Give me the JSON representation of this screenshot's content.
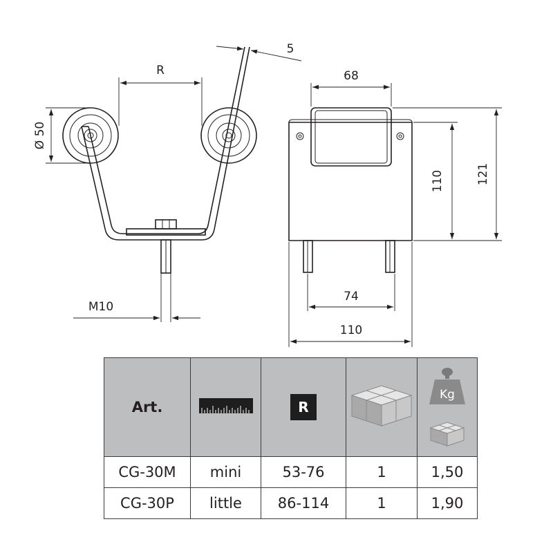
{
  "drawing": {
    "labels": {
      "radius": "R",
      "wheel_diameter": "Ø 50",
      "thread": "M10",
      "wire_thickness": "5",
      "roller_width": "68",
      "bracket_height": "110",
      "total_height": "121",
      "bolt_spacing": "74",
      "bracket_width": "110"
    }
  },
  "table": {
    "headers": {
      "article": "Art.",
      "size_icon": "ruler-icon",
      "r_badge": "R",
      "pack_icon": "boxes-icon",
      "weight_icon": "weight-icon",
      "weight_label": "Kg"
    },
    "rows": [
      {
        "art": "CG-30M",
        "size": "mini",
        "r": "53-76",
        "qty": "1",
        "kg": "1,50"
      },
      {
        "art": "CG-30P",
        "size": "little",
        "r": "86-114",
        "qty": "1",
        "kg": "1,90"
      }
    ]
  }
}
